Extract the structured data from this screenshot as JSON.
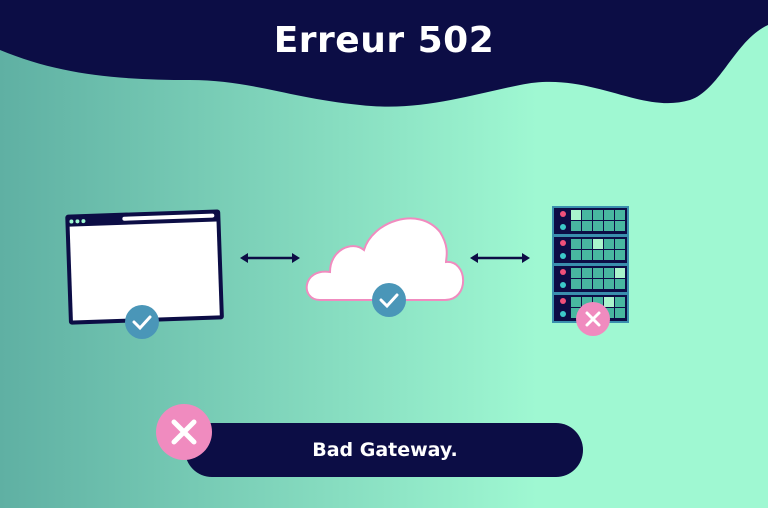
{
  "title": "Erreur 502",
  "message": "Bad Gateway.",
  "diagram": {
    "nodes": [
      {
        "name": "browser",
        "status": "ok",
        "icon": "check-icon"
      },
      {
        "name": "cloud",
        "status": "ok",
        "icon": "check-icon"
      },
      {
        "name": "server",
        "status": "error",
        "icon": "x-icon"
      }
    ]
  },
  "colors": {
    "navy": "#0c0d45",
    "gradient_left": "#5fb0a3",
    "gradient_right": "#9ff8d2",
    "ok": "#4a96b8",
    "error": "#f08bbf"
  }
}
